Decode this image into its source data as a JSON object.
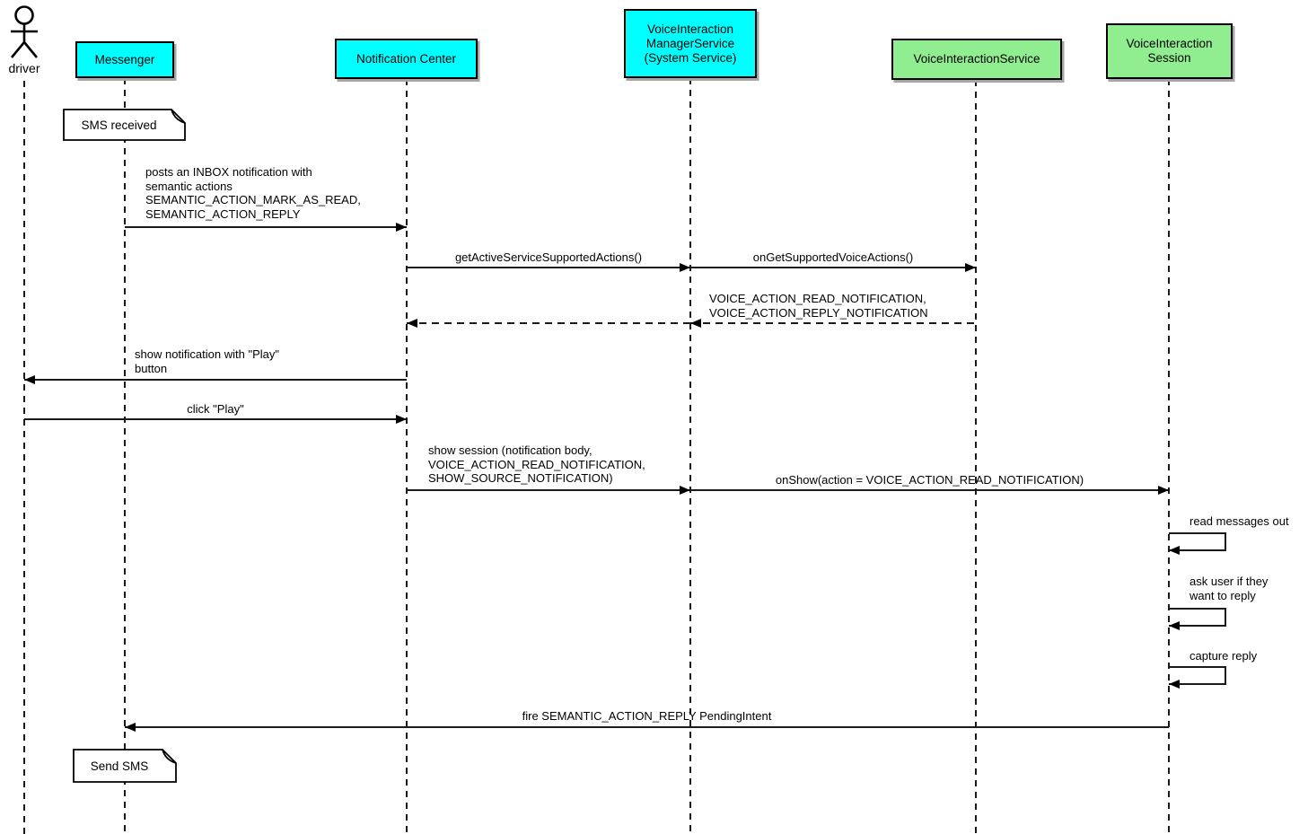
{
  "colors": {
    "participant_cyan": "#00FFFF",
    "participant_green": "#90EE90",
    "line": "#000000",
    "note_background": "#FFFFFF"
  },
  "actor": {
    "name": "driver"
  },
  "participants": [
    {
      "id": "messenger",
      "label": "Messenger",
      "color": "#00FFFF"
    },
    {
      "id": "notification-center",
      "label": "Notification Center",
      "color": "#00FFFF"
    },
    {
      "id": "voice-interaction-manager-service",
      "label": "VoiceInteraction\nManagerService\n(System Service)",
      "color": "#00FFFF"
    },
    {
      "id": "voice-interaction-service",
      "label": "VoiceInteractionService",
      "color": "#90EE90"
    },
    {
      "id": "voice-interaction-session",
      "label": "VoiceInteraction\nSession",
      "color": "#90EE90"
    }
  ],
  "notes": [
    {
      "text": "SMS received"
    },
    {
      "text": "Send SMS"
    }
  ],
  "messages": [
    {
      "from": "Messenger",
      "to": "Notification Center",
      "style": "solid",
      "label": "posts an INBOX notification with\nsemantic actions\nSEMANTIC_ACTION_MARK_AS_READ,\nSEMANTIC_ACTION_REPLY"
    },
    {
      "from": "Notification Center",
      "to": "VoiceInteraction ManagerService",
      "style": "solid",
      "label": "getActiveServiceSupportedActions()"
    },
    {
      "from": "VoiceInteraction ManagerService",
      "to": "VoiceInteractionService",
      "style": "solid",
      "label": "onGetSupportedVoiceActions()"
    },
    {
      "from": "VoiceInteractionService",
      "to": "VoiceInteraction ManagerService",
      "style": "dashed",
      "label": "VOICE_ACTION_READ_NOTIFICATION,\nVOICE_ACTION_REPLY_NOTIFICATION"
    },
    {
      "from": "VoiceInteraction ManagerService",
      "to": "Notification Center",
      "style": "dashed",
      "label": ""
    },
    {
      "from": "Notification Center",
      "to": "driver",
      "style": "solid",
      "label": "show notification with \"Play\"\nbutton"
    },
    {
      "from": "driver",
      "to": "Notification Center",
      "style": "solid",
      "label": "click \"Play\""
    },
    {
      "from": "Notification Center",
      "to": "VoiceInteraction ManagerService",
      "style": "solid",
      "label": "show session (notification body,\nVOICE_ACTION_READ_NOTIFICATION,\nSHOW_SOURCE_NOTIFICATION)"
    },
    {
      "from": "VoiceInteraction ManagerService",
      "to": "VoiceInteraction Session",
      "style": "solid",
      "label": "onShow(action = VOICE_ACTION_READ_NOTIFICATION)"
    },
    {
      "from": "VoiceInteraction Session",
      "to": "VoiceInteraction Session",
      "style": "self",
      "label": "read messages out"
    },
    {
      "from": "VoiceInteraction Session",
      "to": "VoiceInteraction Session",
      "style": "self",
      "label": "ask user if they\nwant to reply"
    },
    {
      "from": "VoiceInteraction Session",
      "to": "VoiceInteraction Session",
      "style": "self",
      "label": "capture reply"
    },
    {
      "from": "VoiceInteraction Session",
      "to": "Messenger",
      "style": "solid",
      "label": "fire SEMANTIC_ACTION_REPLY PendingIntent"
    }
  ]
}
